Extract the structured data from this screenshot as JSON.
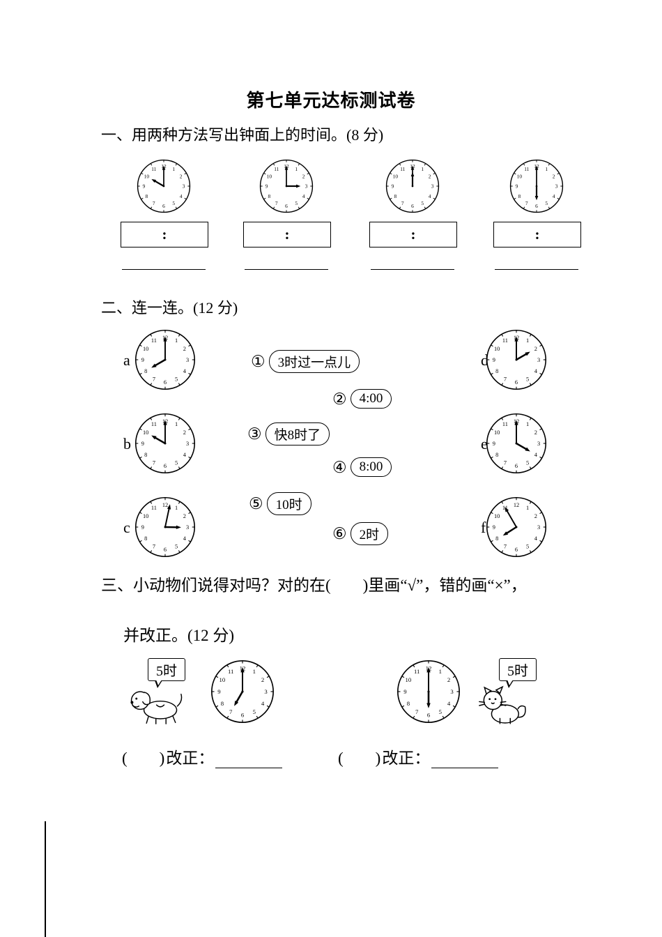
{
  "title": "第七单元达标测试卷",
  "sections": {
    "one": {
      "heading": "一、用两种方法写出钟面上的时间。(8 分)",
      "colon": ":",
      "clocks": [
        {
          "name": "clock-ten",
          "hour": 10,
          "minute": 0,
          "time": "10:00"
        },
        {
          "name": "clock-three",
          "hour": 3,
          "minute": 0,
          "time": "3:00"
        },
        {
          "name": "clock-twelve",
          "hour": 12,
          "minute": 0,
          "time": "12:00"
        },
        {
          "name": "clock-six",
          "hour": 6,
          "minute": 0,
          "time": "6:00"
        }
      ]
    },
    "two": {
      "heading": "二、连一连。(12 分)",
      "left_clocks": [
        {
          "label": "a",
          "hour": 8,
          "minute": 0,
          "time": "8:00"
        },
        {
          "label": "b",
          "hour": 10,
          "minute": 0,
          "time": "10:00"
        },
        {
          "label": "c",
          "hour": 3,
          "minute": 2,
          "time": "3:02"
        }
      ],
      "right_clocks": [
        {
          "label": "d",
          "hour": 2,
          "minute": 0,
          "time": "2:00"
        },
        {
          "label": "e",
          "hour": 4,
          "minute": 0,
          "time": "4:00"
        },
        {
          "label": "f",
          "hour": 7,
          "minute": 55,
          "time": "7:55"
        }
      ],
      "options": [
        {
          "num": "①",
          "label": "3时过一点儿"
        },
        {
          "num": "②",
          "label": "4:00"
        },
        {
          "num": "③",
          "label": "快8时了"
        },
        {
          "num": "④",
          "label": "8:00"
        },
        {
          "num": "⑤",
          "label": "10时"
        },
        {
          "num": "⑥",
          "label": "2时"
        }
      ]
    },
    "three": {
      "heading_line1": "三、小动物们说得对吗？对的在(　　)里画“√”，错的画“×”，",
      "heading_line2": "并改正。(12 分)",
      "dog_bubble": "5时",
      "cat_bubble": "5时",
      "clocks": [
        {
          "name": "dog-clock",
          "hour": 7,
          "minute": 0,
          "time": "7:00"
        },
        {
          "name": "cat-clock",
          "hour": 6,
          "minute": 0,
          "time": "6:00"
        }
      ],
      "check_blank": "(　　)",
      "correct_label": "改正：",
      "answers": [
        {
          "check_blank": "(　　)",
          "correct_label": "改正："
        },
        {
          "check_blank": "(　　)",
          "correct_label": "改正："
        }
      ]
    }
  }
}
